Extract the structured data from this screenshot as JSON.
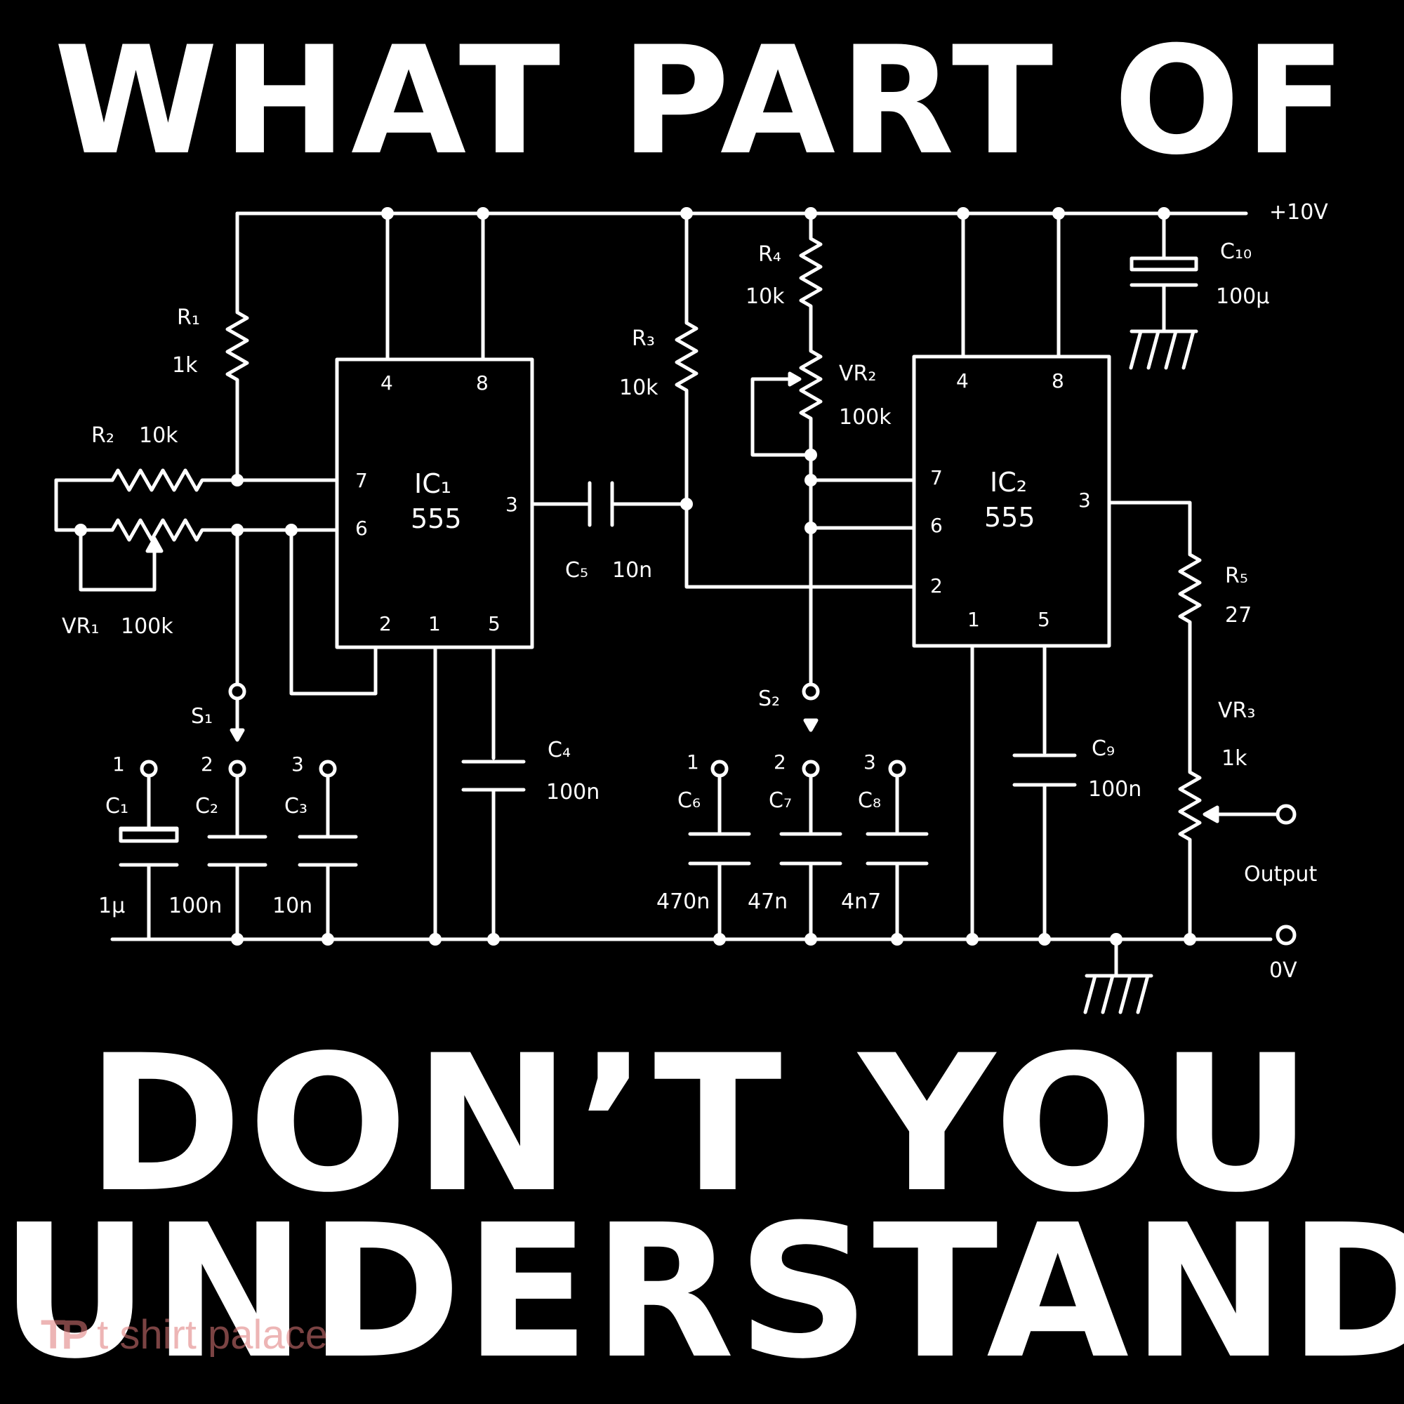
{
  "headline": {
    "line1": "WHAT PART OF",
    "line2": "DON’T YOU",
    "line3": "UNDERSTAND"
  },
  "schematic": {
    "supply_label": "+10V",
    "ground_label": "0V",
    "output_label": "Output",
    "ic1": {
      "name": "IC₁",
      "type": "555",
      "pins": [
        "4",
        "8",
        "7",
        "6",
        "3",
        "2",
        "1",
        "5"
      ]
    },
    "ic2": {
      "name": "IC₂",
      "type": "555",
      "pins": [
        "4",
        "8",
        "7",
        "6",
        "3",
        "2",
        "1",
        "5"
      ]
    },
    "components": {
      "r1": {
        "name": "R₁",
        "value": "1k"
      },
      "r2": {
        "name": "R₂",
        "value": "10k"
      },
      "vr1": {
        "name": "VR₁",
        "value": "100k"
      },
      "r3": {
        "name": "R₃",
        "value": "10k"
      },
      "r4": {
        "name": "R₄",
        "value": "10k"
      },
      "vr2": {
        "name": "VR₂",
        "value": "100k"
      },
      "r5": {
        "name": "R₅",
        "value": "27"
      },
      "vr3": {
        "name": "VR₃",
        "value": "1k"
      },
      "c1": {
        "name": "C₁",
        "value": "1μ"
      },
      "c2": {
        "name": "C₂",
        "value": "100n"
      },
      "c3": {
        "name": "C₃",
        "value": "10n"
      },
      "c4": {
        "name": "C₄",
        "value": "100n"
      },
      "c5": {
        "name": "C₅",
        "value": "10n"
      },
      "c6": {
        "name": "C₆",
        "value": "470n"
      },
      "c7": {
        "name": "C₇",
        "value": "47n"
      },
      "c8": {
        "name": "C₈",
        "value": "4n7"
      },
      "c9": {
        "name": "C₉",
        "value": "100n"
      },
      "c10": {
        "name": "C₁₀",
        "value": "100μ"
      },
      "s1": {
        "name": "S₁",
        "positions": [
          "1",
          "2",
          "3"
        ]
      },
      "s2": {
        "name": "S₂",
        "positions": [
          "1",
          "2",
          "3"
        ]
      }
    }
  },
  "watermark": {
    "logo": "TP",
    "text": "t shirt palace"
  },
  "colors": {
    "background": "#000000",
    "foreground": "#ffffff",
    "watermark": "#e07a7a"
  }
}
